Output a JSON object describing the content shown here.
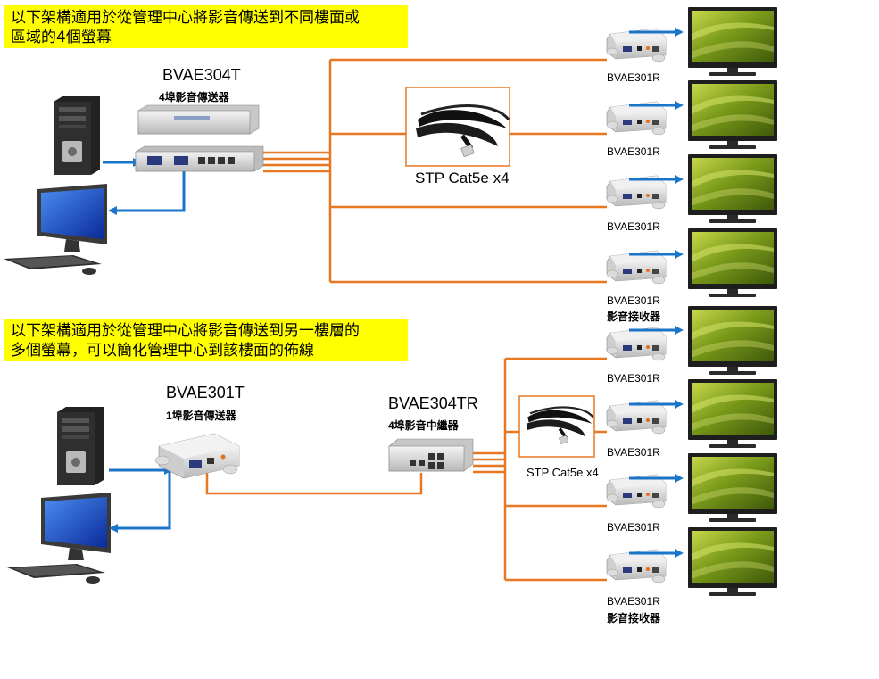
{
  "top": {
    "note": [
      "以下架構適用於從管理中心將影音傳送到不同樓面或",
      "區域的4個螢幕"
    ],
    "transmitter_model": "BVAE304T",
    "transmitter_desc": "4埠影音傳送器",
    "cable_label": "STP Cat5e x4",
    "receivers": [
      "BVAE301R",
      "BVAE301R",
      "BVAE301R",
      "BVAE301R"
    ],
    "receiver_desc": "影音接收器"
  },
  "bottom": {
    "note": [
      "以下架構適用於從管理中心將影音傳送到另一樓層的",
      "多個螢幕，可以簡化管理中心到該樓面的佈線"
    ],
    "transmitter_model": "BVAE301T",
    "transmitter_desc": "1埠影音傳送器",
    "repeater_model": "BVAE304TR",
    "repeater_desc": "4埠影音中繼器",
    "cable_label": "STP Cat5e x4",
    "receivers": [
      "BVAE301R",
      "BVAE301R",
      "BVAE301R",
      "BVAE301R"
    ],
    "receiver_desc": "影音接收器"
  },
  "colors": {
    "cable": "#e87722",
    "signal": "#1a75c9",
    "note_bg": "#ffff00"
  }
}
